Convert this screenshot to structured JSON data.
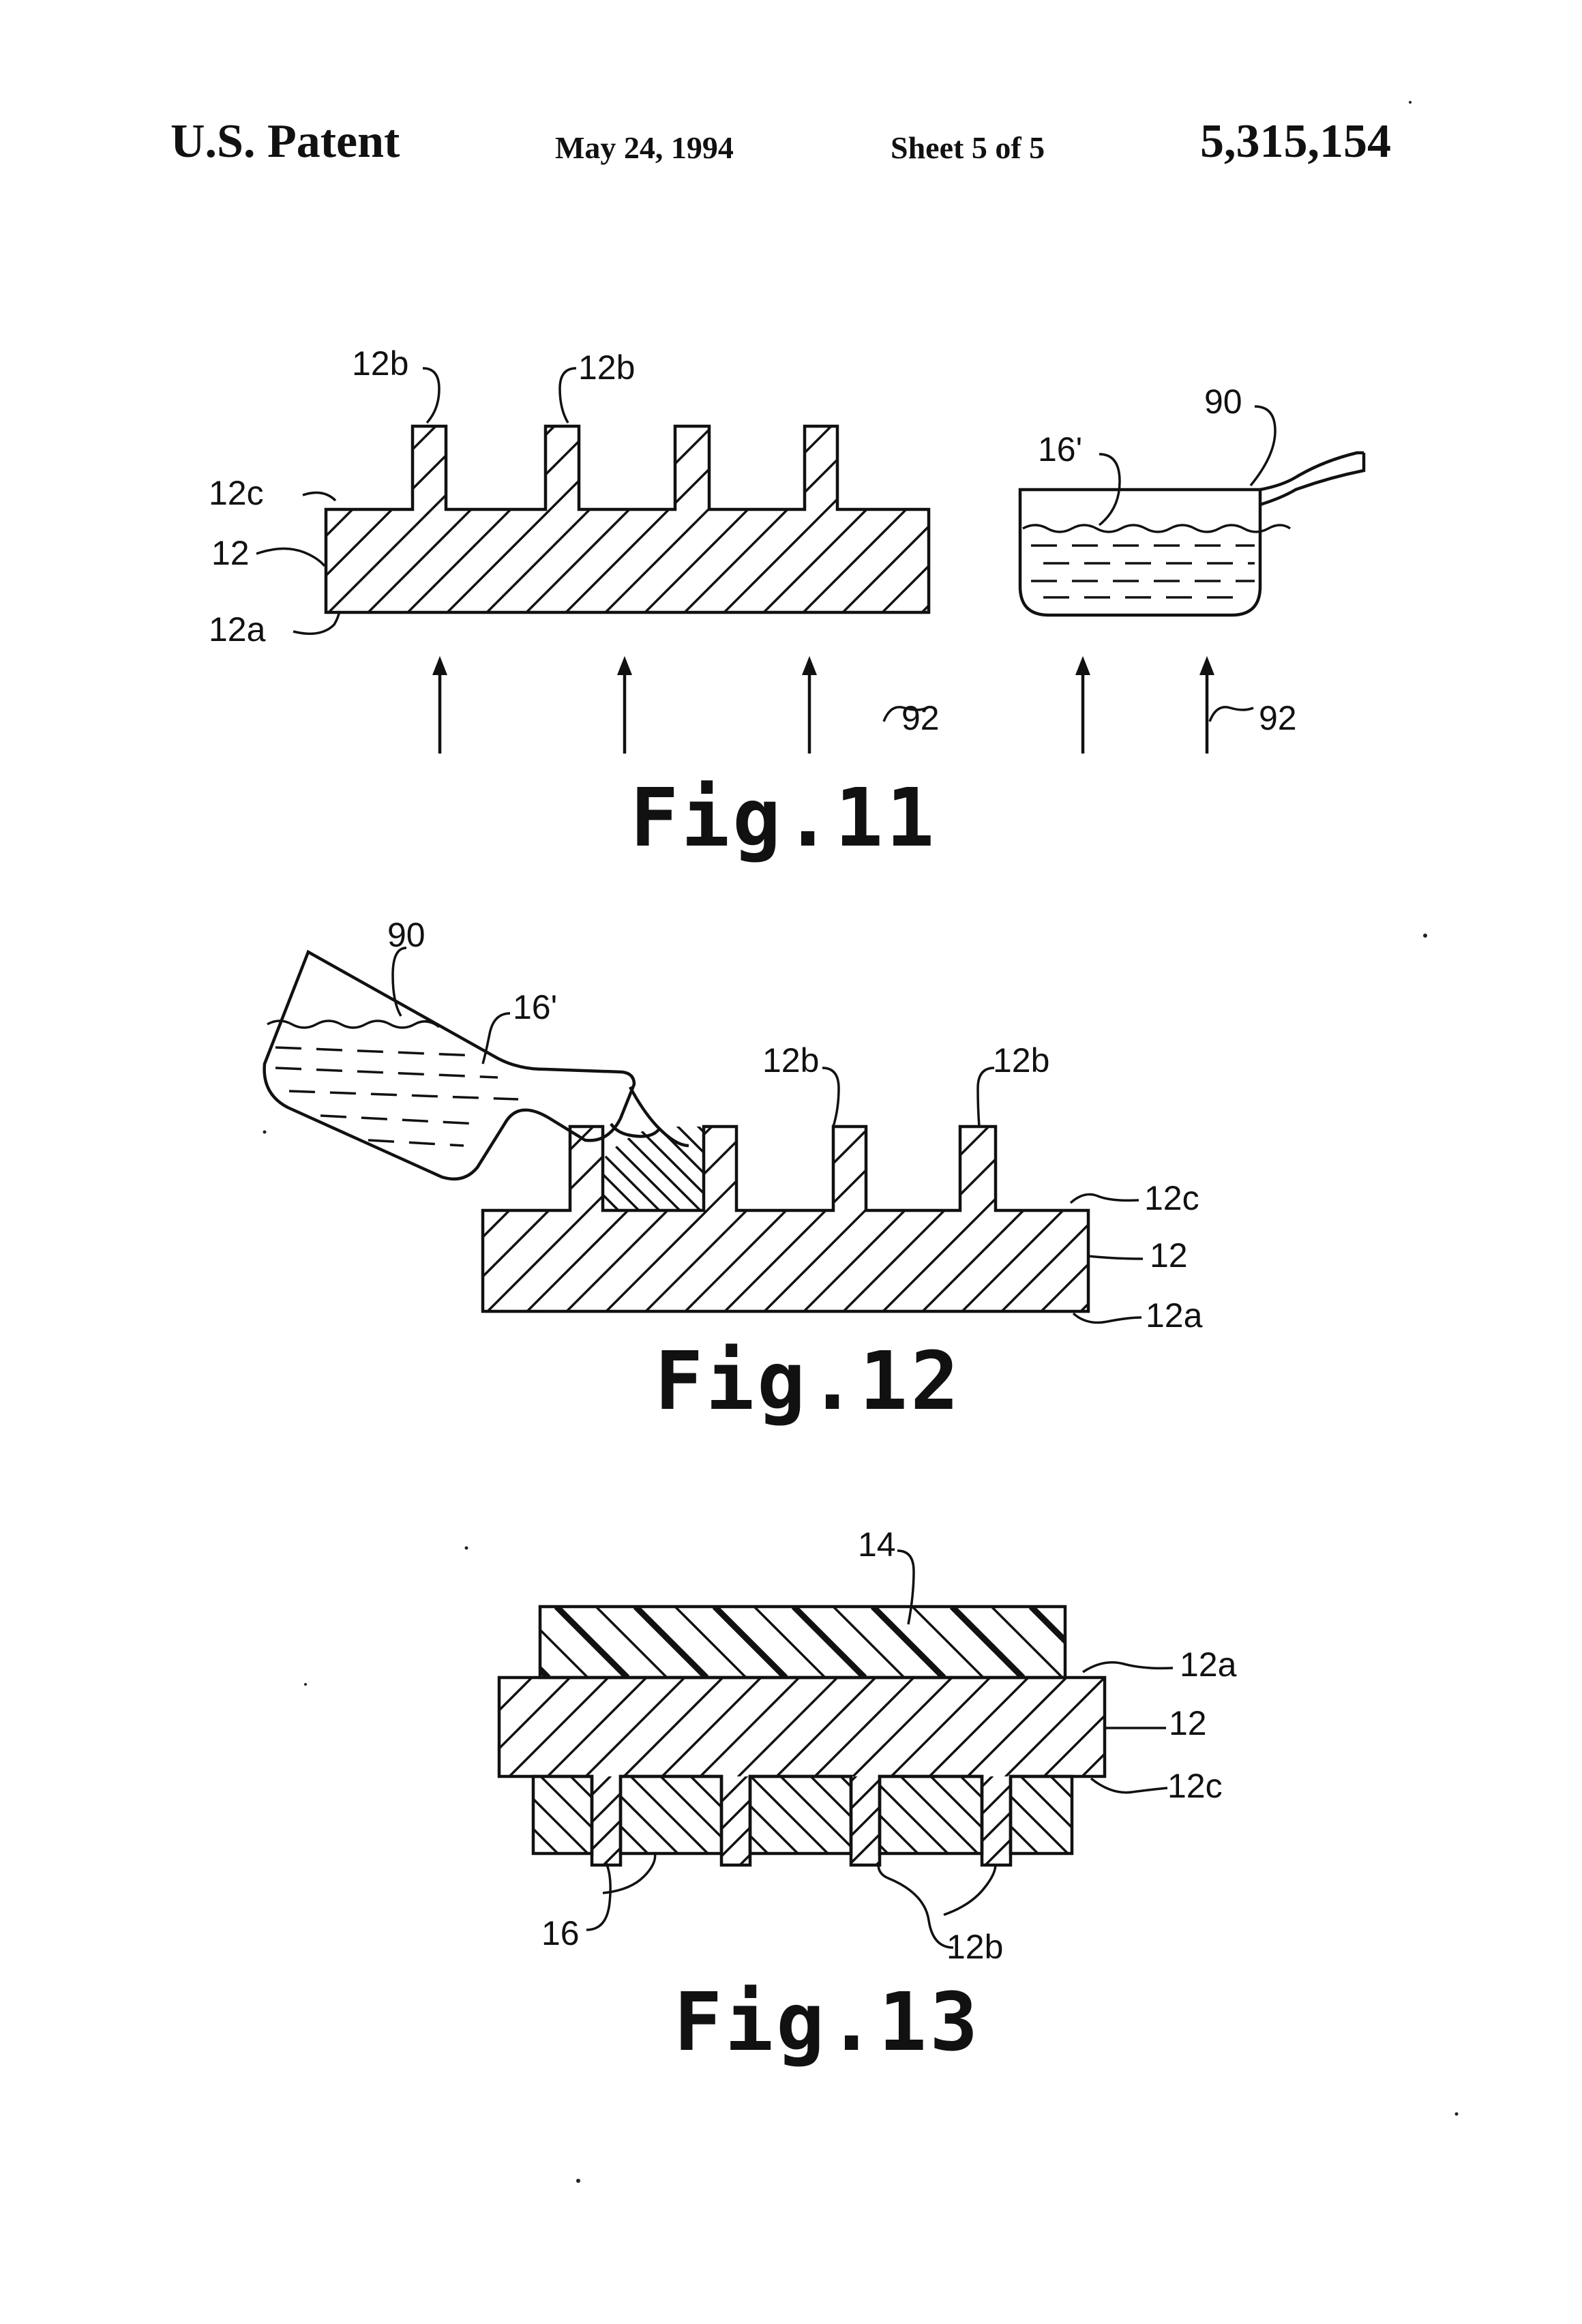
{
  "header": {
    "left": "U.S. Patent",
    "date": "May 24, 1994",
    "sheet": "Sheet 5 of 5",
    "number": "5,315,154"
  },
  "fig11": {
    "caption": "Fig.11",
    "labels": {
      "rib_a": "12b",
      "rib_b": "12b",
      "surface": "12c",
      "substrate": "12",
      "bottom": "12a",
      "liquid": "16'",
      "vessel": "90",
      "heat_a": "92",
      "heat_b": "92"
    }
  },
  "fig12": {
    "caption": "Fig.12",
    "labels": {
      "vessel": "90",
      "liquid": "16'",
      "rib_a": "12b",
      "rib_b": "12b",
      "surface": "12c",
      "substrate": "12",
      "bottom": "12a"
    }
  },
  "fig13": {
    "caption": "Fig.13",
    "labels": {
      "layer": "14",
      "bottom": "12a",
      "substrate": "12",
      "surface": "12c",
      "fill": "16",
      "ribs": "12b"
    }
  }
}
